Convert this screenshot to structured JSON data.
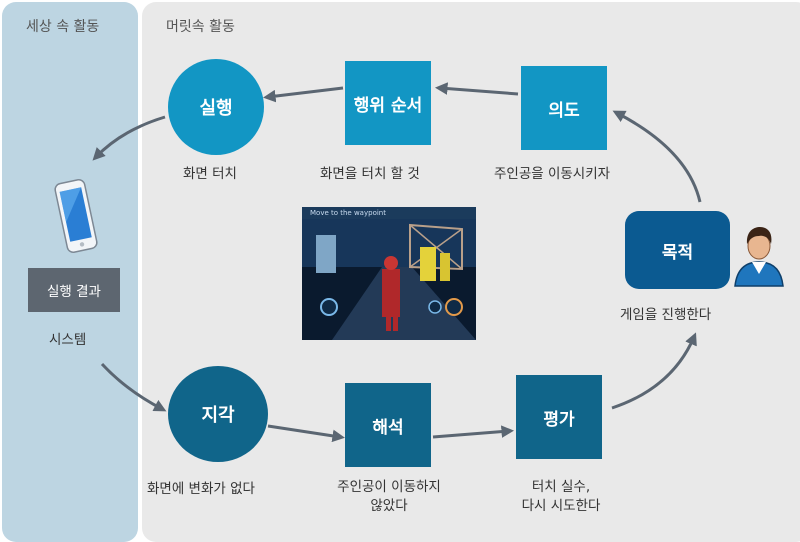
{
  "panels": {
    "world_title": "세상 속 활동",
    "mind_title": "머릿속 활동"
  },
  "nodes": {
    "execution": "실행",
    "action_sequence": "행위 순서",
    "intention": "의도",
    "goal": "목적",
    "perception": "지각",
    "interpretation": "해석",
    "evaluation": "평가",
    "execution_result": "실행 결과"
  },
  "captions": {
    "execution": "화면 터치",
    "action_sequence": "화면을 터치 할 것",
    "intention": "주인공을 이동시키자",
    "goal": "게임을 진행한다",
    "system": "시스템",
    "perception": "화면에 변화가 없다",
    "interpretation_line1": "주인공이 이동하지",
    "interpretation_line2": "않았다",
    "evaluation_line1": "터치 실수,",
    "evaluation_line2": "다시 시도한다"
  },
  "game_screenshot": {
    "hud_text": "Move to the waypoint"
  },
  "colors": {
    "world_panel": "#bdd5e2",
    "mind_panel": "#e9e9e9",
    "top_row_node": "#1296c4",
    "goal_node": "#0b5a91",
    "bottom_row_node": "#10658a",
    "result_box": "#5d6670",
    "arrow": "#5b6672"
  },
  "icons": {
    "system": "smartphone-icon",
    "user": "user-avatar-icon"
  }
}
